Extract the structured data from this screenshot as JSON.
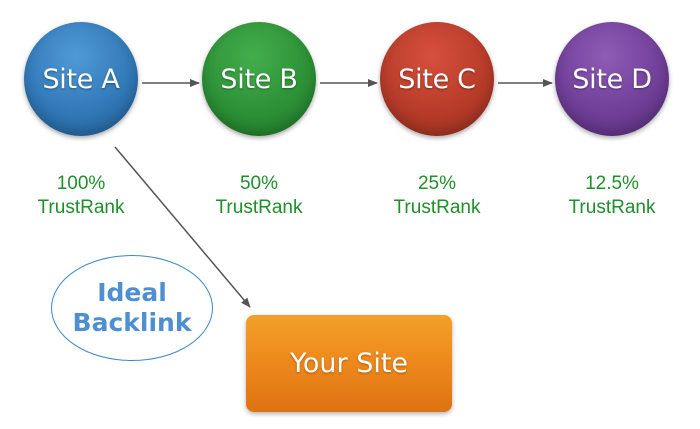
{
  "nodes": {
    "a": {
      "label": "Site A",
      "color": "#2f76b5"
    },
    "b": {
      "label": "Site B",
      "color": "#2b8f35"
    },
    "c": {
      "label": "Site C",
      "color": "#b53a28"
    },
    "d": {
      "label": "Site D",
      "color": "#6e3d96"
    }
  },
  "trustrank": {
    "a": {
      "value": "100%",
      "label": "TrustRank"
    },
    "b": {
      "value": "50%",
      "label": "TrustRank"
    },
    "c": {
      "value": "25%",
      "label": "TrustRank"
    },
    "d": {
      "value": "12.5%",
      "label": "TrustRank"
    }
  },
  "ideal_backlink": {
    "line1": "Ideal",
    "line2": "Backlink"
  },
  "your_site": {
    "label": "Your Site",
    "color": "#ec861a"
  },
  "text_colors": {
    "trustrank": "#1f8f2a",
    "ideal_backlink": "#4d8fd0"
  }
}
